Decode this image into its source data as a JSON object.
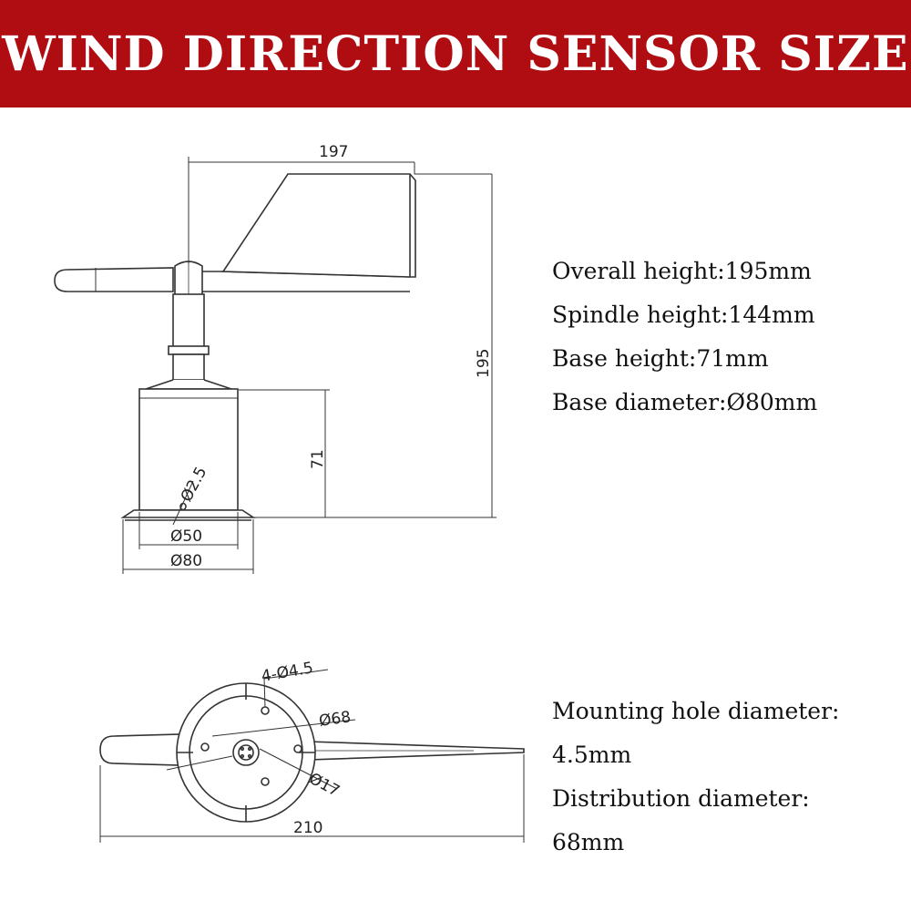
{
  "title": "WIND DIRECTION SENSOR SIZE",
  "colors": {
    "banner": "#b00d12",
    "banner_text": "#ffffff",
    "line": "#333333"
  },
  "side_view": {
    "dims": {
      "vane_length": "197",
      "total_height": "195",
      "base_height": "71",
      "hole": "Ø2.5",
      "inner_dia": "Ø50",
      "outer_dia": "Ø80"
    },
    "specs": [
      "Overall height:195mm",
      "Spindle height:144mm",
      "Base height:71mm",
      "Base diameter:Ø80mm"
    ]
  },
  "top_view": {
    "dims": {
      "holes": "4-Ø4.5",
      "circle": "Ø68",
      "connector": "Ø17",
      "length": "210"
    },
    "specs": [
      "Mounting hole diameter:",
      "4.5mm",
      "Distribution diameter:",
      "68mm"
    ]
  }
}
